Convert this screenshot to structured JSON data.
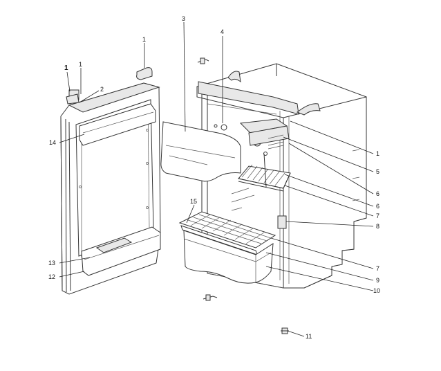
{
  "callouts": {
    "c1_door_top": "1",
    "c1_door_top_b": "1",
    "c1_hinge": "1",
    "c1_right": "1",
    "c2": "2",
    "c3": "3",
    "c4": "4",
    "c5": "5",
    "c6_a": "6",
    "c6_b": "6",
    "c7_a": "7",
    "c7_b": "7",
    "c8": "8",
    "c9": "9",
    "c10": "10",
    "c11": "11",
    "c12": "12",
    "c13": "13",
    "c14": "14",
    "c15": "15"
  }
}
